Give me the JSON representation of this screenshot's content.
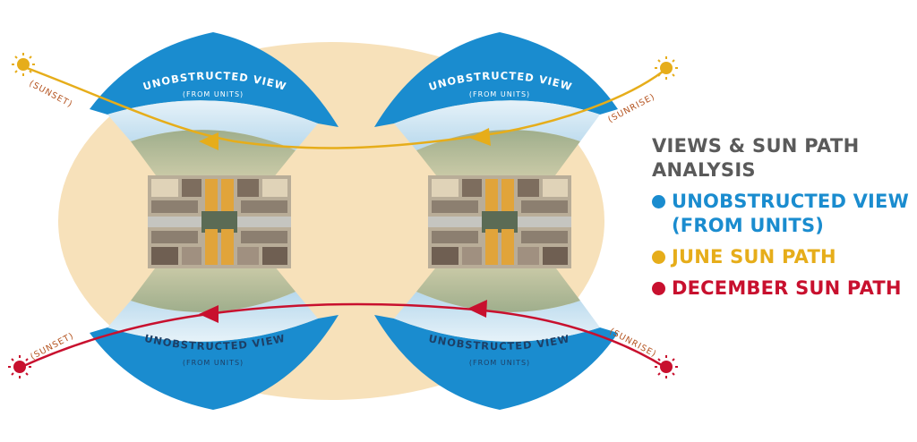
{
  "colors": {
    "view": "#1a8ccf",
    "view_light": "#cfe6f3",
    "june": "#e6ad1a",
    "december": "#c8102e",
    "sunlabel": "#b4531f",
    "land": "#f7e1ba",
    "green": "#a8b38c",
    "title": "#5a5a5a"
  },
  "diagram": {
    "left_building": {
      "top_arc": {
        "title": "UNOBSTRUCTED VIEW",
        "subtitle": "(FROM UNITS)"
      },
      "bottom_arc": {
        "title": "UNOBSTRUCTED VIEW",
        "subtitle": "(FROM UNITS)"
      }
    },
    "right_building": {
      "top_arc": {
        "title": "UNOBSTRUCTED VIEW",
        "subtitle": "(FROM UNITS)"
      },
      "bottom_arc": {
        "title": "UNOBSTRUCTED VIEW",
        "subtitle": "(FROM UNITS)"
      }
    },
    "sun_labels": {
      "june_sunset": "(SUNSET)",
      "june_sunrise": "(SUNRISE)",
      "december_sunset": "(SUNSET)",
      "december_sunrise": "(SUNRISE)"
    },
    "icons": [
      "sun-icon",
      "arrow-icon",
      "floor-plan"
    ]
  },
  "legend": {
    "title_line1": "VIEWS & SUN PATH",
    "title_line2": "ANALYSIS",
    "items": [
      {
        "label_line1": "UNOBSTRUCTED VIEW",
        "label_line2": "(FROM UNITS)",
        "color": "#1a8ccf"
      },
      {
        "label_line1": "JUNE SUN PATH",
        "label_line2": "",
        "color": "#e6ad1a"
      },
      {
        "label_line1": "DECEMBER SUN PATH",
        "label_line2": "",
        "color": "#c8102e"
      }
    ]
  }
}
